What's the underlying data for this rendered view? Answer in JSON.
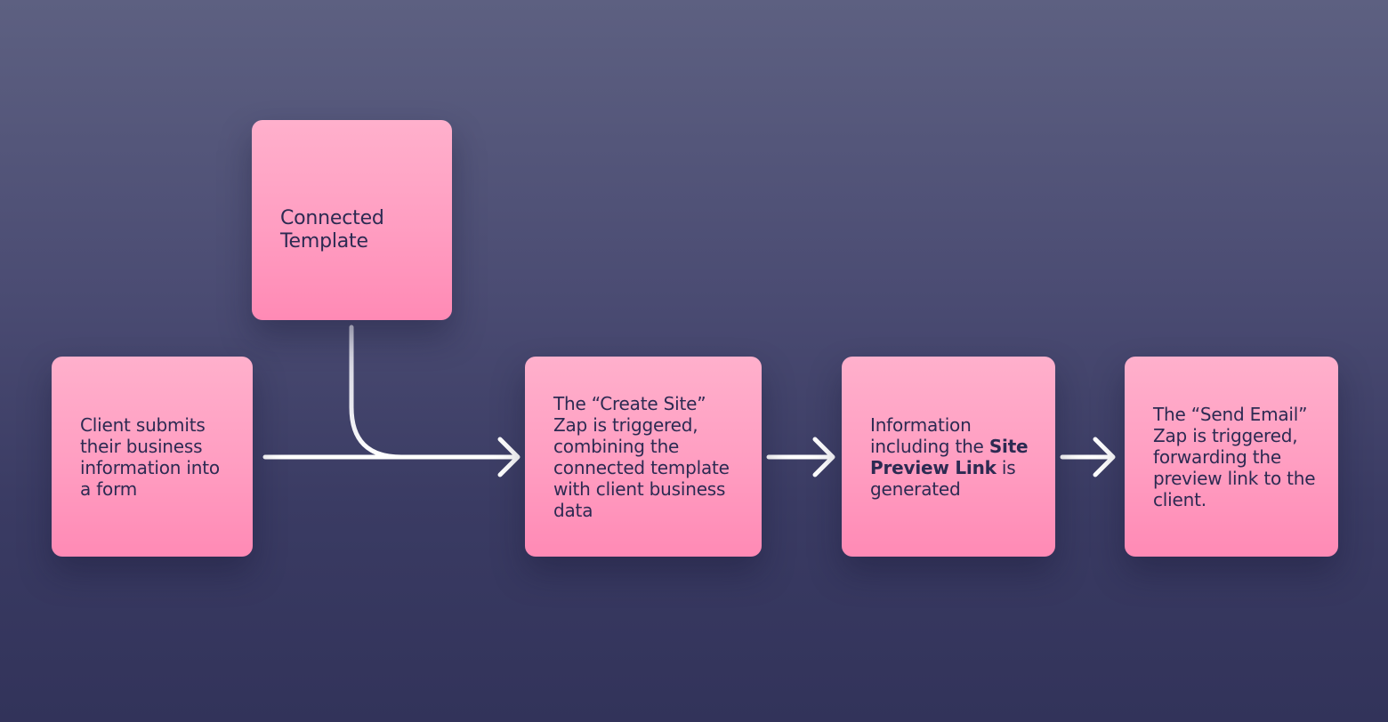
{
  "diagram": {
    "nodes": {
      "template": {
        "text": "Connected Template"
      },
      "client": {
        "text": "Client submits their business information into a form"
      },
      "create_site": {
        "text": "The “Create Site” Zap is triggered, combining the connected template with client business data"
      },
      "info": {
        "text_before": "Information including the ",
        "text_bold": "Site Preview Link",
        "text_after": " is generated"
      },
      "send_email": {
        "text": "The “Send Email” Zap is triggered, forwarding the preview link to the client."
      }
    },
    "colors": {
      "box": "#ff9dc1",
      "text": "#2c2a52",
      "arrow": "#ffffff",
      "background_top": "#5d6081",
      "background_bottom": "#32335a"
    }
  }
}
